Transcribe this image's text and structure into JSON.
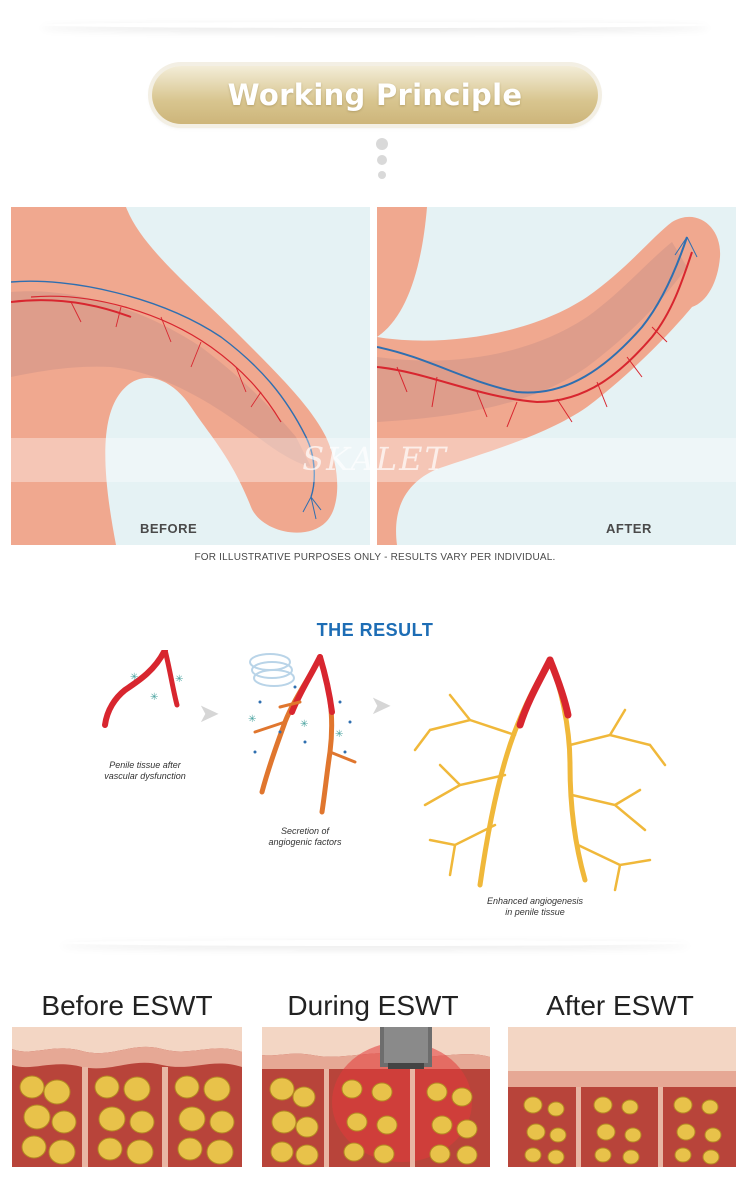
{
  "header": {
    "title": "Working Principle"
  },
  "panels": {
    "before_label": "BEFORE",
    "after_label": "AFTER",
    "disclaimer": "FOR ILLUSTRATIVE PURPOSES ONLY - RESULTS VARY PER INDIVIDUAL.",
    "watermark": "SKALET"
  },
  "result": {
    "title": "THE RESULT",
    "captions": {
      "stage1_line1": "Penile tissue after",
      "stage1_line2": "vascular dysfunction",
      "stage2_line1": "Secretion of",
      "stage2_line2": "angiogenic factors",
      "stage3_line1": "Enhanced angiogenesis",
      "stage3_line2": "in penile tissue"
    }
  },
  "eswt": {
    "before_title": "Before ESWT",
    "during_title": "During ESWT",
    "after_title": "After ESWT"
  },
  "colors": {
    "gold": "#d8c58f",
    "skin": "#f0a88f",
    "artery": "#d8262f",
    "vein": "#2f6fb0",
    "vessel_gold": "#f0b83a",
    "result_blue": "#1d6db5",
    "panel_bg": "#e5f2f4"
  }
}
